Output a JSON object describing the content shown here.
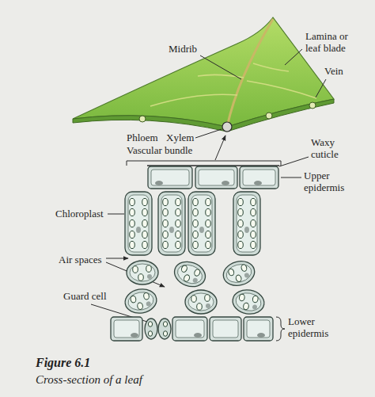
{
  "diagram": {
    "caption": "Cross-section of a leaf",
    "labels": [
      "Midrib",
      "Lamina or leaf blade",
      "Vein",
      "Phloem",
      "Xylem",
      "Vascular bundle",
      "Waxy cuticle",
      "Upper epidermis",
      "Chloroplast",
      "Air spaces",
      "Guard cell",
      "Lower epidermis",
      "Figure 6.1"
    ]
  }
}
